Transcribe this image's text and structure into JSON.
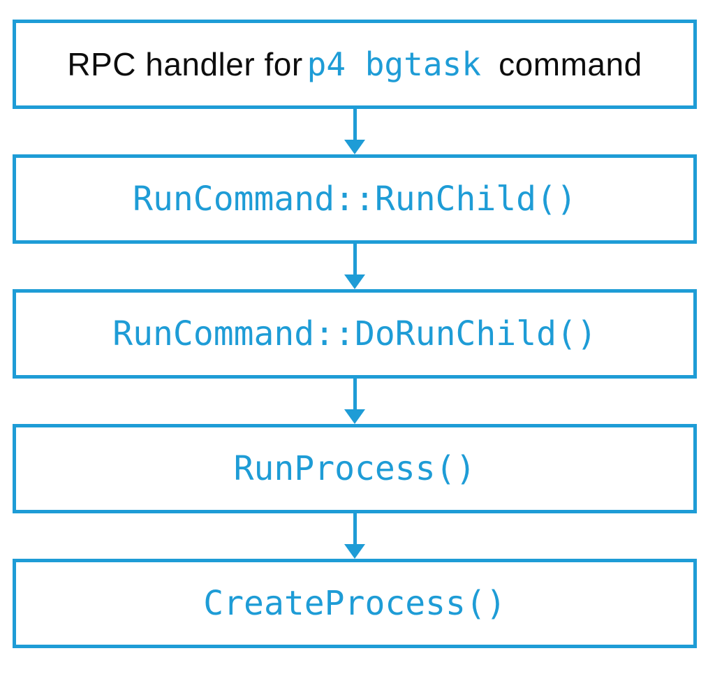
{
  "diagram": {
    "accent_color": "#1E9CD6",
    "text_color": "#0d0d0d",
    "background_color": "#ffffff",
    "flow_direction": "top-to-bottom",
    "nodes": [
      {
        "id": "rpc-handler",
        "parts": [
          {
            "text": "RPC handler for",
            "style": "plain"
          },
          {
            "text": "p4 bgtask",
            "style": "code"
          },
          {
            "text": " command",
            "style": "plain"
          }
        ]
      },
      {
        "id": "runcommand-runchild",
        "parts": [
          {
            "text": "RunCommand::RunChild()",
            "style": "code"
          }
        ]
      },
      {
        "id": "runcommand-dorunchild",
        "parts": [
          {
            "text": "RunCommand::DoRunChild()",
            "style": "code"
          }
        ]
      },
      {
        "id": "runprocess",
        "parts": [
          {
            "text": "RunProcess()",
            "style": "code"
          }
        ]
      },
      {
        "id": "createprocess",
        "parts": [
          {
            "text": "CreateProcess()",
            "style": "code"
          }
        ]
      }
    ]
  }
}
